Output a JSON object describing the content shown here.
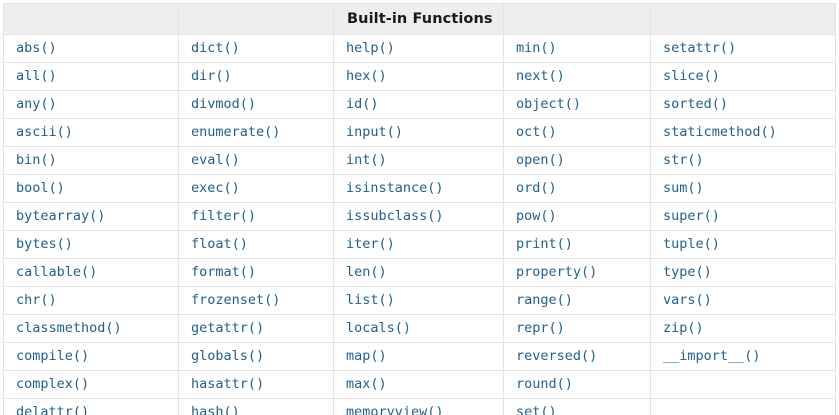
{
  "table": {
    "title": "Built-in Functions",
    "header_row": [
      "",
      "",
      "Built-in Functions",
      "",
      ""
    ],
    "accent_color": "#21618c",
    "header_background": "#eeeeee",
    "border_color": "#e3e3e3",
    "columns": 5,
    "row_count": 14,
    "rows": [
      [
        "abs()",
        "dict()",
        "help()",
        "min()",
        "setattr()"
      ],
      [
        "all()",
        "dir()",
        "hex()",
        "next()",
        "slice()"
      ],
      [
        "any()",
        "divmod()",
        "id()",
        "object()",
        "sorted()"
      ],
      [
        "ascii()",
        "enumerate()",
        "input()",
        "oct()",
        "staticmethod()"
      ],
      [
        "bin()",
        "eval()",
        "int()",
        "open()",
        "str()"
      ],
      [
        "bool()",
        "exec()",
        "isinstance()",
        "ord()",
        "sum()"
      ],
      [
        "bytearray()",
        "filter()",
        "issubclass()",
        "pow()",
        "super()"
      ],
      [
        "bytes()",
        "float()",
        "iter()",
        "print()",
        "tuple()"
      ],
      [
        "callable()",
        "format()",
        "len()",
        "property()",
        "type()"
      ],
      [
        "chr()",
        "frozenset()",
        "list()",
        "range()",
        "vars()"
      ],
      [
        "classmethod()",
        "getattr()",
        "locals()",
        "repr()",
        "zip()"
      ],
      [
        "compile()",
        "globals()",
        "map()",
        "reversed()",
        "__import__()"
      ],
      [
        "complex()",
        "hasattr()",
        "max()",
        "round()",
        ""
      ],
      [
        "delattr()",
        "hash()",
        "memoryview()",
        "set()",
        ""
      ]
    ]
  }
}
